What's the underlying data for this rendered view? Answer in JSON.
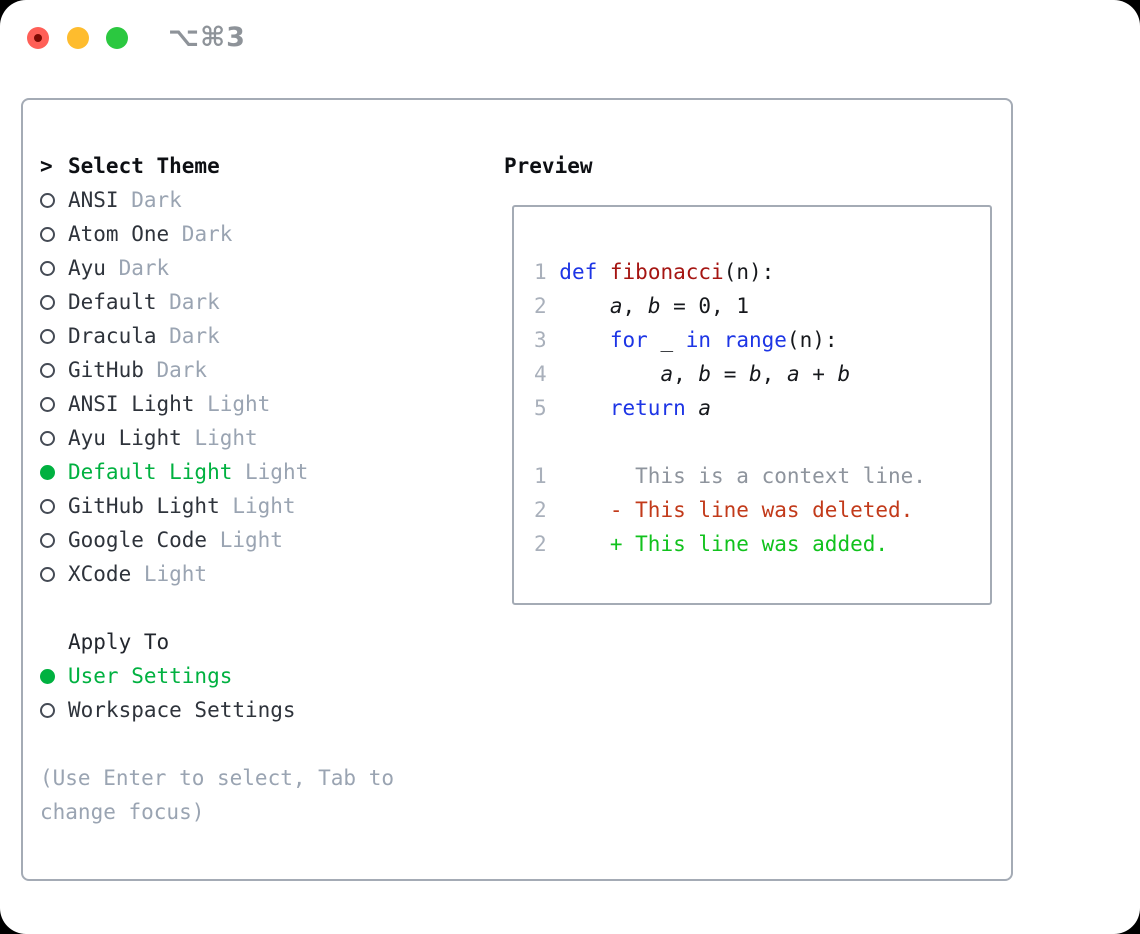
{
  "window": {
    "title": "⌥⌘3"
  },
  "colors": {
    "accent_green": "#00b140",
    "keyword_blue": "#1d35e5",
    "function_red": "#a51512",
    "deleted_red": "#c23a1a",
    "added_green": "#11c21d",
    "muted_gray": "#9aa4b2",
    "item_dark": "#2e333b",
    "header_dark": "#0d0f13",
    "line_number_gray": "#a9b0bb",
    "context_gray": "#8e949d",
    "border_gray": "#a4abb5",
    "title_gray": "#8e9399",
    "traffic_red": "#ff5f57",
    "traffic_yellow": "#febc2e",
    "traffic_green": "#2bc840"
  },
  "theme_list": {
    "cursor": ">",
    "header": "Select Theme",
    "items": [
      {
        "name": "ANSI",
        "variant": "Dark",
        "selected": false
      },
      {
        "name": "Atom One",
        "variant": "Dark",
        "selected": false
      },
      {
        "name": "Ayu",
        "variant": "Dark",
        "selected": false
      },
      {
        "name": "Default",
        "variant": "Dark",
        "selected": false
      },
      {
        "name": "Dracula",
        "variant": "Dark",
        "selected": false
      },
      {
        "name": "GitHub",
        "variant": "Dark",
        "selected": false
      },
      {
        "name": "ANSI Light",
        "variant": "Light",
        "selected": false
      },
      {
        "name": "Ayu Light",
        "variant": "Light",
        "selected": false
      },
      {
        "name": "Default Light",
        "variant": "Light",
        "selected": true
      },
      {
        "name": "GitHub Light",
        "variant": "Light",
        "selected": false
      },
      {
        "name": "Google Code",
        "variant": "Light",
        "selected": false
      },
      {
        "name": "XCode",
        "variant": "Light",
        "selected": false
      }
    ]
  },
  "apply_to": {
    "header": "Apply To",
    "options": [
      {
        "label": "User Settings",
        "selected": true
      },
      {
        "label": "Workspace Settings",
        "selected": false
      }
    ]
  },
  "hint": {
    "lines": [
      "(Use Enter to select, Tab to",
      "change focus)"
    ]
  },
  "preview": {
    "title": "Preview",
    "lines": [
      {
        "kind": "code",
        "num": "1",
        "tokens": [
          {
            "t": "def",
            "c": "kw"
          },
          {
            "t": " ",
            "c": "pl"
          },
          {
            "t": "fibonacci",
            "c": "fn"
          },
          {
            "t": "(n):",
            "c": "pl"
          }
        ]
      },
      {
        "kind": "code",
        "num": "2",
        "tokens": [
          {
            "t": "    ",
            "c": "pl"
          },
          {
            "t": "a",
            "c": "var"
          },
          {
            "t": ", ",
            "c": "pl"
          },
          {
            "t": "b",
            "c": "var"
          },
          {
            "t": " = 0, 1",
            "c": "pl"
          }
        ]
      },
      {
        "kind": "code",
        "num": "3",
        "tokens": [
          {
            "t": "    ",
            "c": "pl"
          },
          {
            "t": "for",
            "c": "kw"
          },
          {
            "t": " _ ",
            "c": "pl"
          },
          {
            "t": "in",
            "c": "kw"
          },
          {
            "t": " ",
            "c": "pl"
          },
          {
            "t": "range",
            "c": "kw"
          },
          {
            "t": "(n):",
            "c": "pl"
          }
        ]
      },
      {
        "kind": "code",
        "num": "4",
        "tokens": [
          {
            "t": "        ",
            "c": "pl"
          },
          {
            "t": "a",
            "c": "var"
          },
          {
            "t": ", ",
            "c": "pl"
          },
          {
            "t": "b",
            "c": "var"
          },
          {
            "t": " = ",
            "c": "pl"
          },
          {
            "t": "b",
            "c": "var"
          },
          {
            "t": ", ",
            "c": "pl"
          },
          {
            "t": "a",
            "c": "var"
          },
          {
            "t": " + ",
            "c": "pl"
          },
          {
            "t": "b",
            "c": "var"
          }
        ]
      },
      {
        "kind": "code",
        "num": "5",
        "tokens": [
          {
            "t": "    ",
            "c": "pl"
          },
          {
            "t": "return",
            "c": "kw"
          },
          {
            "t": " ",
            "c": "pl"
          },
          {
            "t": "a",
            "c": "var"
          }
        ]
      },
      {
        "blank": true
      },
      {
        "kind": "diff",
        "num": "1",
        "tokens": [
          {
            "t": "      This is a context line.",
            "c": "ctx"
          }
        ]
      },
      {
        "kind": "diff",
        "num": "2",
        "tokens": [
          {
            "t": "    - This line was deleted.",
            "c": "del"
          }
        ]
      },
      {
        "kind": "diff",
        "num": "2",
        "tokens": [
          {
            "t": "    + This line was added.",
            "c": "add"
          }
        ]
      }
    ]
  }
}
